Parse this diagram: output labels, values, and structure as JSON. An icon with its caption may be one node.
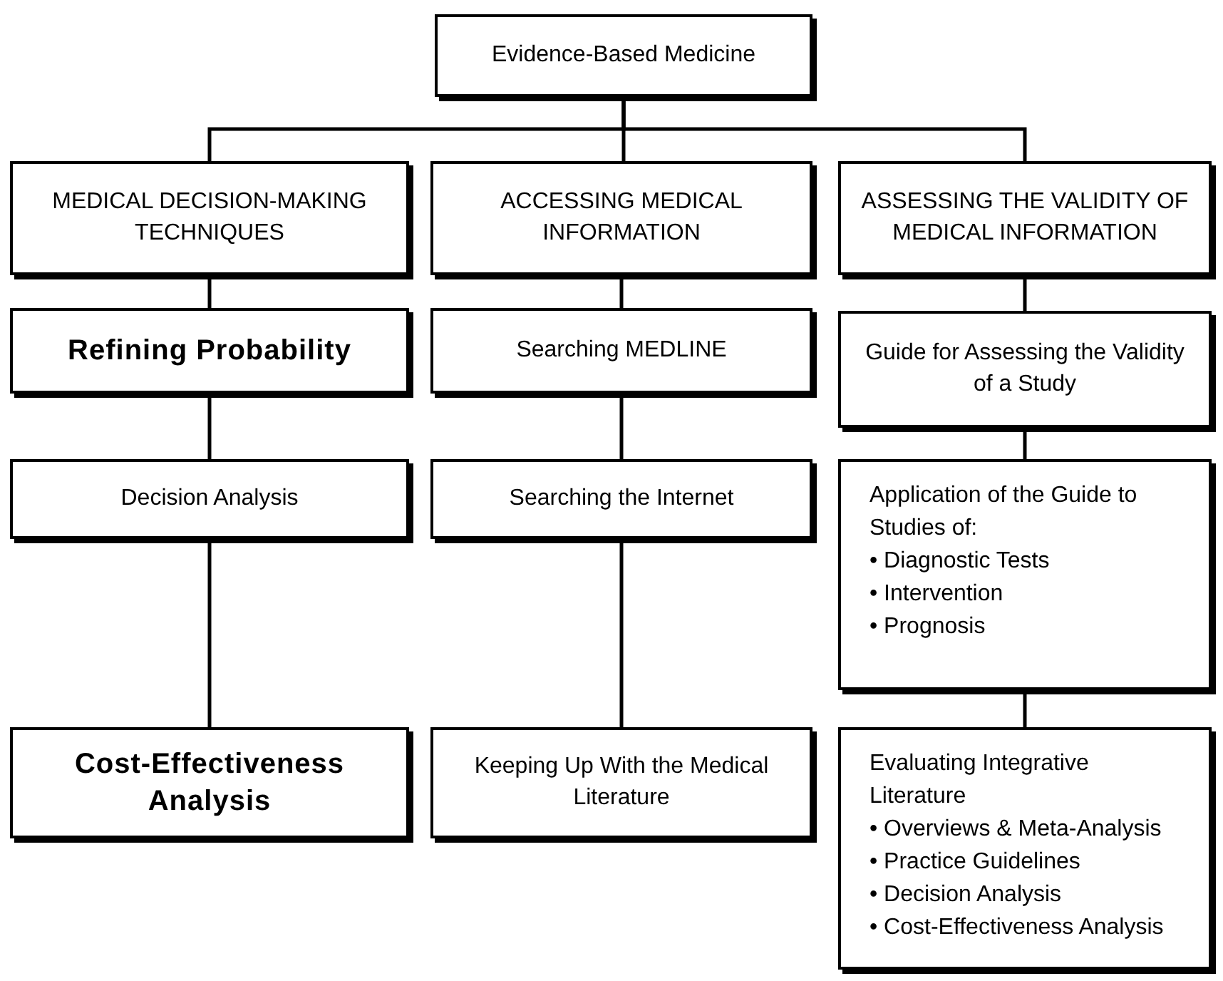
{
  "diagram": {
    "nodes": [
      {
        "text": [
          "Evidence-Based Medicine"
        ]
      },
      {
        "text": [
          "MEDICAL DECISION-MAKING TECHNIQUES"
        ]
      },
      {
        "text": [
          "ACCESSING MEDICAL INFORMATION"
        ]
      },
      {
        "text": [
          "ASSESSING THE VALIDITY OF MEDICAL INFORMATION"
        ]
      },
      {
        "text": [
          "Refining Probability"
        ]
      },
      {
        "text": [
          "Searching MEDLINE"
        ]
      },
      {
        "text": [
          "Guide for Assessing the Validity of a Study"
        ]
      },
      {
        "text": [
          "Decision Analysis"
        ]
      },
      {
        "text": [
          "Searching the Internet"
        ]
      },
      {
        "text": [
          "Application of the Guide to Studies of:",
          "• Diagnostic Tests",
          "• Intervention",
          "• Prognosis"
        ]
      },
      {
        "text": [
          "Cost-Effectiveness Analysis"
        ]
      },
      {
        "text": [
          "Keeping Up With the Medical Literature"
        ]
      },
      {
        "text": [
          "Evaluating Integrative Literature",
          "• Overviews & Meta-Analysis",
          "• Practice Guidelines",
          "• Decision Analysis",
          "• Cost-Effectiveness Analysis"
        ]
      }
    ],
    "edges": [
      {
        "from": 0,
        "to": 1,
        "arrow": "none"
      },
      {
        "from": 0,
        "to": 2,
        "arrow": "none"
      },
      {
        "from": 0,
        "to": 3,
        "arrow": "none"
      },
      {
        "from": 1,
        "to": 4,
        "arrow": "none"
      },
      {
        "from": 2,
        "to": 5,
        "arrow": "none"
      },
      {
        "from": 3,
        "to": 6,
        "arrow": "none"
      },
      {
        "from": 4,
        "to": 7,
        "arrow": "none"
      },
      {
        "from": 5,
        "to": 8,
        "arrow": "none"
      },
      {
        "from": 6,
        "to": 9,
        "arrow": "none"
      },
      {
        "from": 7,
        "to": 10,
        "arrow": "none"
      },
      {
        "from": 8,
        "to": 11,
        "arrow": "none"
      },
      {
        "from": 9,
        "to": 12,
        "arrow": "none"
      }
    ]
  }
}
